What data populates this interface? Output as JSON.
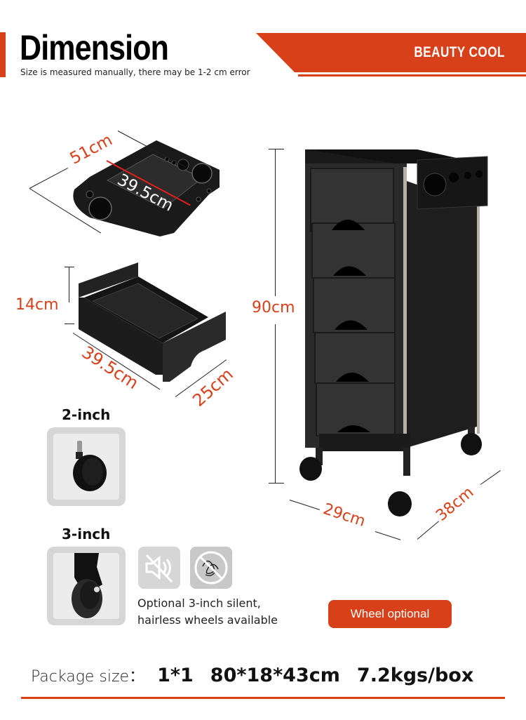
{
  "header": {
    "title": "Dimension",
    "subtitle": "Size is measured manually, there may be 1-2 cm error",
    "brand": "BEAUTY COOL"
  },
  "colors": {
    "accent": "#d8401a",
    "dimension_text": "#d8401a",
    "wheel_box_bg": "#d6d6d6"
  },
  "tray": {
    "width_label": "51cm",
    "inner_label": "39.5cm"
  },
  "drawer": {
    "height_label": "14cm",
    "length_label": "39.5cm",
    "depth_label": "25cm"
  },
  "cart": {
    "height_label": "90cm",
    "width_label": "29cm",
    "depth_label": "38cm"
  },
  "wheels": [
    {
      "label": "2-inch",
      "icon": "caster-wheel-icon"
    },
    {
      "label": "3-inch",
      "icon": "silent-wheel-icon"
    }
  ],
  "features": {
    "icons": [
      "mute-icon",
      "no-hair-icon"
    ],
    "line1": "Optional 3-inch silent,",
    "line2": "hairless wheels available"
  },
  "wheel_optional_label": "Wheel optional",
  "package": {
    "label": "Package size：",
    "quantity": "1*1",
    "dimensions": "80*18*43cm",
    "weight": "7.2kgs/box"
  }
}
